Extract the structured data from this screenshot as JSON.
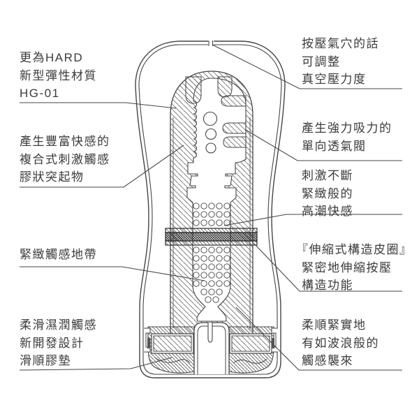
{
  "diagram": {
    "subject": "product cross-section diagram",
    "colors": {
      "background": "#ffffff",
      "line": "#454545",
      "text": "#3b3b3b"
    }
  },
  "labels": {
    "left": [
      {
        "id": "material-hg01",
        "lines": [
          "更為HARD",
          "新型彈性材質",
          "HG-01"
        ]
      },
      {
        "id": "gel-protrusions",
        "lines": [
          "產生豐富快感的",
          "複合式刺激觸感",
          "膠狀突起物"
        ]
      },
      {
        "id": "tight-zone",
        "lines": [
          "緊緻觸感地帶"
        ]
      },
      {
        "id": "gel-pad",
        "lines": [
          "柔滑濕潤觸感",
          "新開發設計",
          "滑順膠墊"
        ]
      }
    ],
    "right": [
      {
        "id": "air-hole-vacuum",
        "lines": [
          "按壓氣穴的話",
          "可調整",
          "真空壓力度"
        ]
      },
      {
        "id": "one-way-valve",
        "lines": [
          "產生強力吸力的",
          "單向透氣閥"
        ]
      },
      {
        "id": "climax-feel",
        "lines": [
          "刺激不斷",
          "緊緻般的",
          "高潮快感"
        ]
      },
      {
        "id": "stretch-belt",
        "lines": [
          "『伸縮式構造皮圈』",
          "緊密地伸縮按壓",
          "構造功能"
        ]
      },
      {
        "id": "wave-touch",
        "lines": [
          "柔順緊實地",
          "有如波浪般的",
          "觸感襲來"
        ]
      }
    ]
  }
}
